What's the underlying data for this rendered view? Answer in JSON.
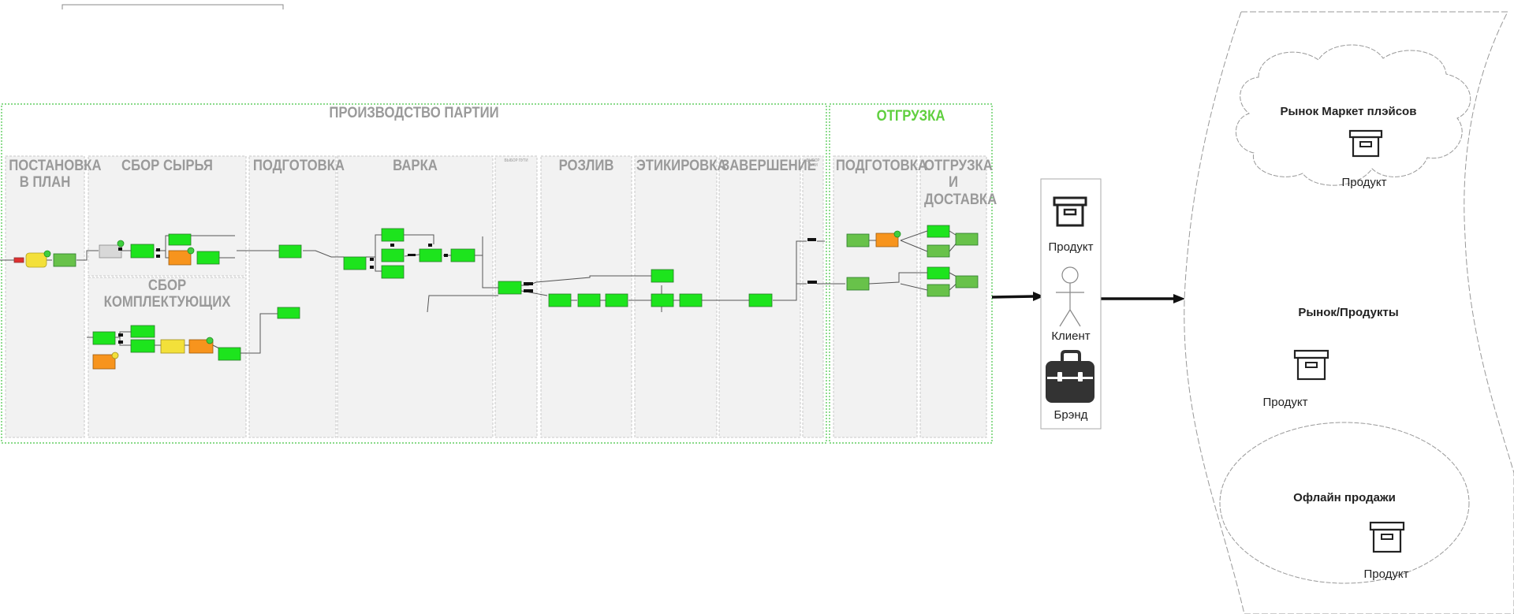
{
  "process": {
    "production_title": "ПРОИЗВОДСТВО ПАРТИИ",
    "shipping_title": "ОТГРУЗКА",
    "lanes": {
      "plan": "ПОСТАНОВКА В ПЛАН",
      "raw": "СБОР СЫРЬЯ",
      "components": "СБОР КОМПЛЕКТУЮЩИХ",
      "prep": "ПОДГОТОВКА",
      "brew": "ВАРКА",
      "path_choice": "ВЫБОР ПУТИ",
      "bottling": "РОЗЛИВ",
      "labeling": "ЭТИКИРОВКА",
      "finish": "ЗАВЕРШЕНИЕ",
      "path_choice2": "ВЫБОР ПУТИ",
      "ship_prep": "ПОДГОТОВКА",
      "delivery": "ОТГРУЗКА И ДОСТАВКА"
    }
  },
  "actor_panel": {
    "product_label": "Продукт",
    "client_label": "Клиент",
    "brand_label": "Брэнд"
  },
  "markets": {
    "marketplaces": {
      "title": "Рынок Маркет плэйсов",
      "product_label": "Продукт"
    },
    "products": {
      "title": "Рынок/Продукты",
      "product_label": "Продукт"
    },
    "offline": {
      "title": "Офлайн продажи",
      "product_label": "Продукт"
    }
  },
  "colors": {
    "task_green": "#1de41d",
    "task_orange": "#f7941d",
    "task_yellow": "#f3e03a",
    "task_olive": "#68c24a",
    "pool_border": "#45c445",
    "lane_fill": "#f2f2f2",
    "header_gray": "#9a9a9a",
    "header_green": "#5fcf3e"
  }
}
